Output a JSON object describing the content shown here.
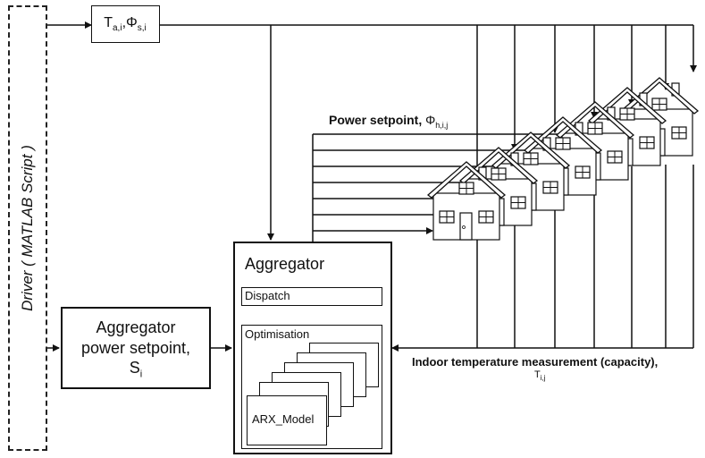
{
  "driver": {
    "label": "Driver ( MATLAB Script )"
  },
  "inputs_block": {
    "base_t": "T",
    "sub_t": "a,i",
    "sep": ",",
    "base_phi": "Φ",
    "sub_phi": "s,i"
  },
  "setpoint_block": {
    "line1": "Aggregator",
    "line2": "power setpoint,",
    "base": "S",
    "sub": "i"
  },
  "aggregator": {
    "title": "Aggregator",
    "dispatch": "Dispatch",
    "optimisation": "Optimisation",
    "model": "ARX_Model"
  },
  "power_label": {
    "text": "Power setpoint, ",
    "base": "Φ",
    "sub": "h,i,j"
  },
  "indoor_label": {
    "text": "Indoor temperature measurement (capacity),",
    "base": "T",
    "sub": "i,j"
  },
  "colors": {
    "stroke": "#111111",
    "background": "#ffffff"
  }
}
